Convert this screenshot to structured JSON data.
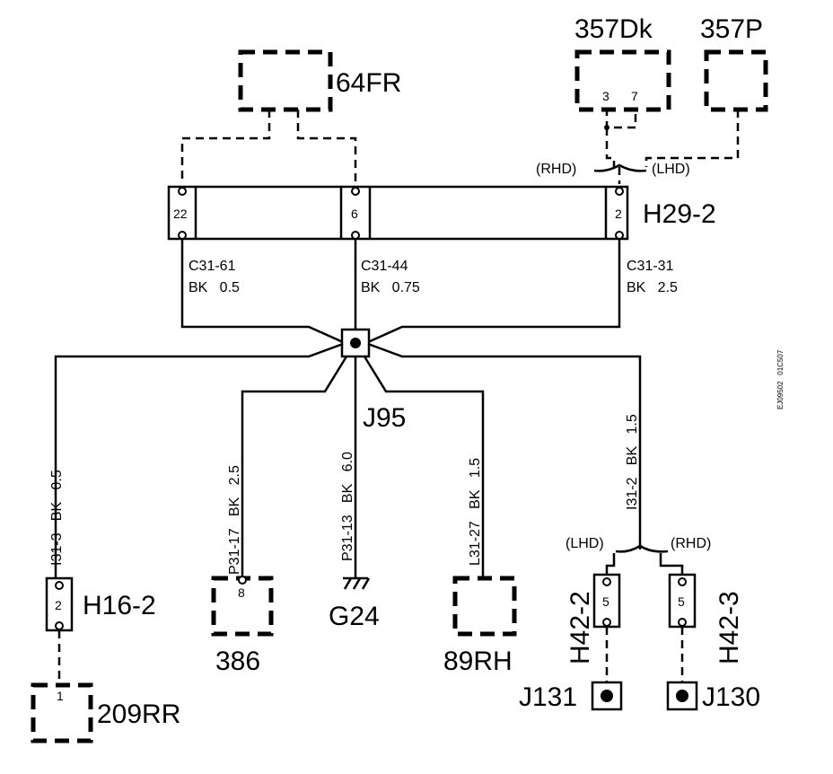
{
  "components": {
    "c64fr": "64FR",
    "c357dk": "357Dk",
    "c357p": "357P",
    "h29": "H29-2",
    "j95": "J95",
    "h16": "H16-2",
    "c209rr": "209RR",
    "c386": "386",
    "g24": "G24",
    "c89rh": "89RH",
    "h42_2": "H42-2",
    "h42_3": "H42-3",
    "j131": "J131",
    "j130": "J130"
  },
  "pins": {
    "h29_22": "22",
    "h29_6": "6",
    "h29_2": "2",
    "c357dk_3": "3",
    "c357dk_7": "7",
    "h16_2": "2",
    "c209rr_1": "1",
    "c386_8": "8",
    "h42_2_5": "5",
    "h42_3_5": "5"
  },
  "wires": {
    "c31_61": "C31-61",
    "c31_61_spec": "BK   0.5",
    "c31_44": "C31-44",
    "c31_44_spec": "BK   0.75",
    "c31_31": "C31-31",
    "c31_31_spec": "BK   2.5",
    "i31_3": "I31-3   BK   0.5",
    "p31_17": "P31-17   BK   2.5",
    "p31_13": "P31-13   BK   6.0",
    "l31_27": "L31-27   BK   1.5",
    "i31_2": "I31-2   BK   1.5"
  },
  "variants": {
    "rhd_top": "(RHD)",
    "lhd_top": "(LHD)",
    "lhd_bottom": "(LHD)",
    "rhd_bottom": "(RHD)"
  },
  "reference_code": "EJ09502   01C507"
}
